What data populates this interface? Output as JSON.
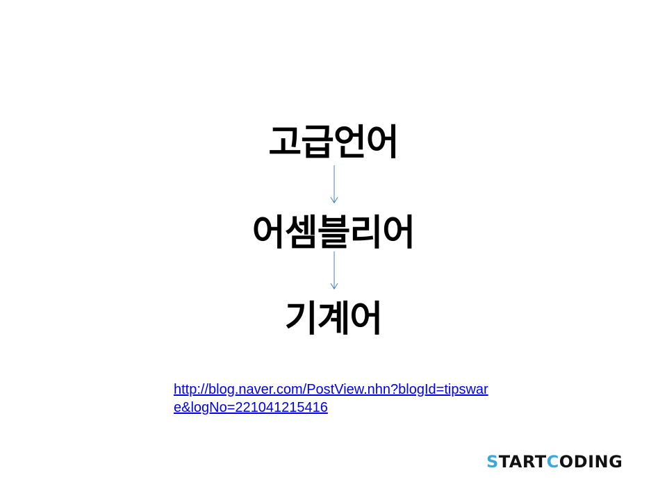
{
  "slide": {
    "levels": [
      "고급언어",
      "어셈블리어",
      "기계어"
    ],
    "arrow_color": "#4a7ebb",
    "arrow_icon": "arrow-down-icon",
    "source_link": "http://blog.naver.com/PostView.nhn?blogId=tipsware&logNo=221041215416",
    "logo": {
      "text": "STARTCODING",
      "parts": [
        "S",
        "TART",
        "C",
        "ODING"
      ],
      "accent_color": "#3ba9d8",
      "text_color": "#111111"
    }
  }
}
